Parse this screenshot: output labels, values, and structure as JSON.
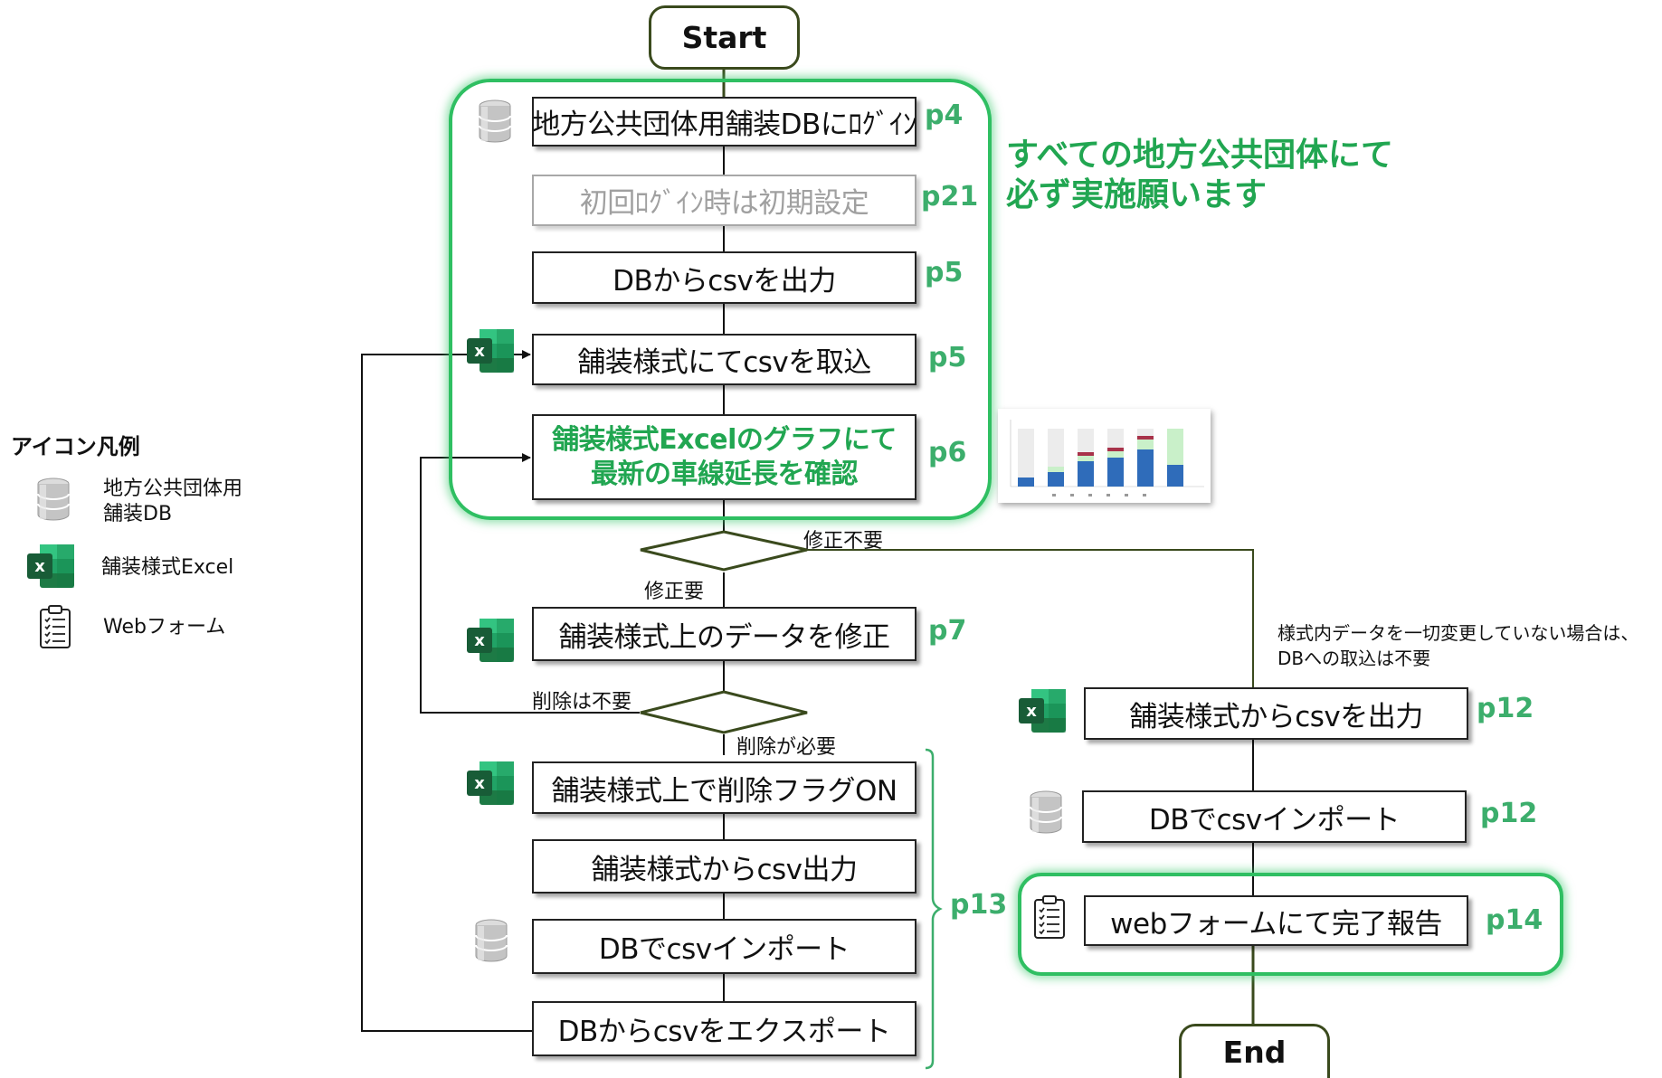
{
  "flow": {
    "start": "Start",
    "end": "End",
    "steps": {
      "login": "地方公共団体用舗装DBにﾛｸﾞｲﾝ",
      "initial": "初回ﾛｸﾞｲﾝ時は初期設定",
      "export_db": "DBからcsvを出力",
      "import_form": "舗装様式にてcsvを取込",
      "check_line1": "舗装様式Excelのグラフにて",
      "check_line2": "最新の車線延長を確認",
      "fix": "舗装様式上のデータを修正",
      "flag": "舗装様式上で削除フラグON",
      "form_csv_out": "舗装様式からcsv出力",
      "db_import_left": "DBでcsvインポート",
      "db_export": "DBからcsvをエクスポート",
      "form_csv_out_right": "舗装様式からcsvを出力",
      "db_import_right": "DBでcsvインポート",
      "report": "webフォームにて完了報告"
    },
    "pages": {
      "login": "p4",
      "initial": "p21",
      "export_db": "p5",
      "import_form": "p5",
      "check": "p6",
      "fix": "p7",
      "bracket": "p13",
      "form_csv_out_right": "p12",
      "db_import_right": "p12",
      "report": "p14"
    },
    "decisions": {
      "no_fix": "修正不要",
      "need_fix": "修正要",
      "no_delete": "削除は不要",
      "need_delete": "削除が必要"
    },
    "note_line1": "様式内データを一切変更していない場合は、",
    "note_line2": "DBへの取込は不要",
    "callout_line1": "すべての地方公共団体にて",
    "callout_line2": "必ず実施願います"
  },
  "legend": {
    "title": "アイコン凡例",
    "db_line1": "地方公共団体用",
    "db_line2": "舗装DB",
    "excel": "舗装様式Excel",
    "webform": "Webフォーム"
  },
  "icons": {
    "db": "database-icon",
    "excel": "excel-icon",
    "webform": "clipboard-checklist-icon"
  },
  "colors": {
    "accent_green": "#21a651",
    "page_green": "#3cae6c",
    "line_dark_olive": "#3a4a1d",
    "excel_green": "#1d7a45"
  }
}
